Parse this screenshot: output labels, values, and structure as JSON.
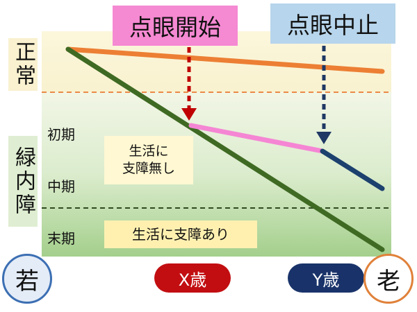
{
  "top_labels": {
    "start": "点眼開始",
    "stop": "点眼中止"
  },
  "zones": {
    "normal": "正常",
    "glaucoma": "緑内障"
  },
  "stages": {
    "early": "初期",
    "middle": "中期",
    "late": "末期"
  },
  "callouts": {
    "no_impact_line1": "生活に",
    "no_impact_line2": "支障無し",
    "impact": "生活に支障あり"
  },
  "ages": {
    "young": "若",
    "x": "X歳",
    "y": "Y歳",
    "old": "老"
  },
  "colors": {
    "normal_line": "#ec7f34",
    "untreated_line": "#3f6a23",
    "treated_line": "#f586d4",
    "after_stop_line": "#1c416e",
    "start_arrow": "#c00000",
    "stop_arrow": "#1f3864"
  }
}
